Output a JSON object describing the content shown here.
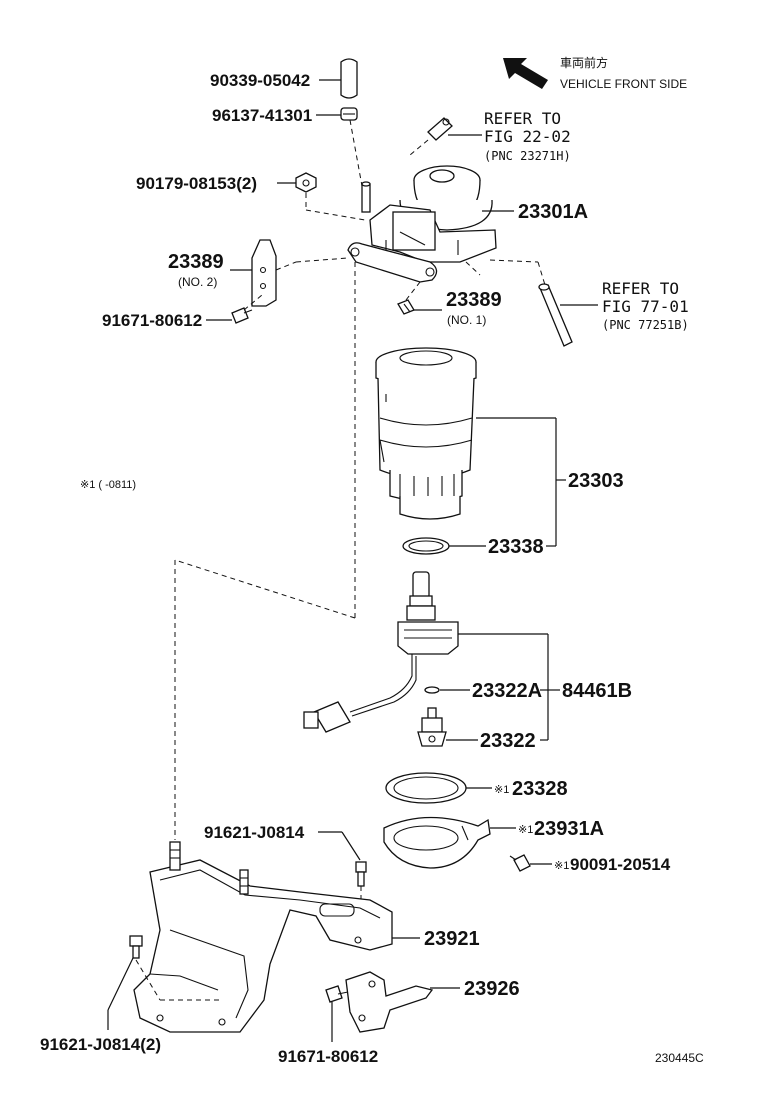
{
  "direction": {
    "jp": "車両前方",
    "en": "VEHICLE FRONT SIDE"
  },
  "footnote": "※1 (      -0811)",
  "figure_id": "230445C",
  "refs": {
    "ref1": {
      "line1": "REFER TO",
      "line2": "FIG 22-02",
      "pnc": "(PNC 23271H)"
    },
    "ref2": {
      "line1": "REFER TO",
      "line2": "FIG 77-01",
      "pnc": "(PNC 77251B)"
    }
  },
  "parts": {
    "p90339": "90339-05042",
    "p96137": "96137-41301",
    "p90179": "90179-08153(2)",
    "p23301A": "23301A",
    "p23389_no2": "23389",
    "p23389_no2_sub": "(NO. 2)",
    "p91671_top": "91671-80612",
    "p23389_no1": "23389",
    "p23389_no1_sub": "(NO. 1)",
    "p23303": "23303",
    "p23338": "23338",
    "p23322A": "23322A",
    "p84461B": "84461B",
    "p23322": "23322",
    "p23328_mark": "※1",
    "p23328": "23328",
    "p23931A_mark": "※1",
    "p23931A": "23931A",
    "p90091_mark": "※1",
    "p90091": "90091-20514",
    "p91621_top": "91621-J0814",
    "p23921": "23921",
    "p23926": "23926",
    "p91621_bot": "91621-J0814(2)",
    "p91671_bot": "91671-80612"
  }
}
